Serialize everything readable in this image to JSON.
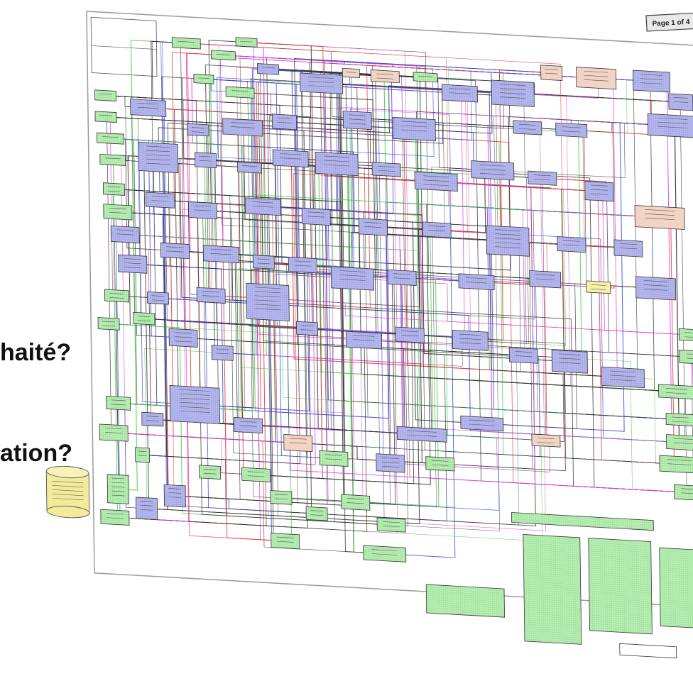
{
  "overlay": {
    "line1": "haité?",
    "line2": "ation?"
  },
  "sheet": {
    "page_label": "Page 1 of 4"
  },
  "colors": {
    "node_blue": "#b7b9ef",
    "node_green": "#b9f0b5",
    "node_peach": "#f3d3c3",
    "node_yellow": "#f6f0a4",
    "line_red": "#e33a3a",
    "line_blue": "#3a4be3",
    "line_green": "#3ad23a",
    "line_magenta": "#e23ae2",
    "line_black": "#333333"
  },
  "icons": {
    "database": "database-cylinder-icon"
  }
}
